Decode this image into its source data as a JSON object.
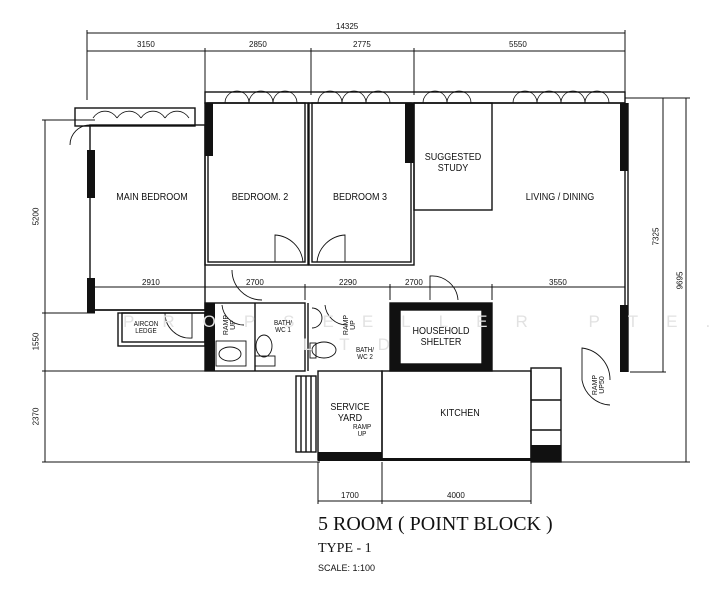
{
  "plan": {
    "title": "5 ROOM ( POINT BLOCK )",
    "type": "TYPE - 1",
    "scale": "SCALE: 1:100",
    "watermark_line1": "PROPSEELLER PTE.",
    "watermark_line2": "LTD",
    "rooms": {
      "main_bedroom": "MAIN  BEDROOM",
      "bedroom_2": "BEDROOM. 2",
      "bedroom_3": "BEDROOM  3",
      "suggested_study": "SUGGESTED\nSTUDY",
      "living_dining": "LIVING  /  DINING",
      "aircon_ledge": "AIRCON\nLEDGE",
      "bath_wc_1": "BATH/\nWC  1",
      "bath_wc_2": "BATH/\nWC  2",
      "household_shelter": "HOUSEHOLD\nSHELTER",
      "service_yard": "SERVICE\nYARD",
      "kitchen": "KITCHEN"
    },
    "annotations": {
      "ramp_up_1": "RAMP\nUP",
      "ramp_up_2": "RAMP\nUP",
      "ramp_up_yard": "RAMP\nUP",
      "ramp_up50": "RAMP\nUP50"
    },
    "dimensions": {
      "top_total": "14325",
      "top_segments": [
        "3150",
        "2850",
        "2775",
        "5550"
      ],
      "middle_segments": [
        "2910",
        "2700",
        "2290",
        "2700",
        "3550"
      ],
      "bottom_segments": [
        "1700",
        "4000"
      ],
      "left": [
        "5200",
        "1550",
        "2370"
      ],
      "right": [
        "7325",
        "9695"
      ]
    }
  }
}
